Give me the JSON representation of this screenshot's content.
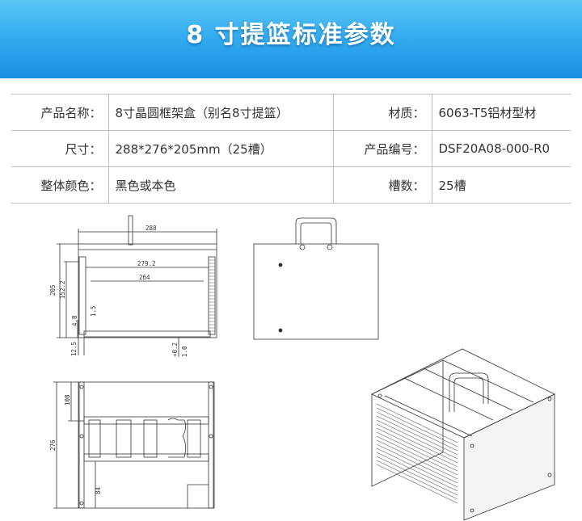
{
  "header": {
    "title": "8 寸提篮标准参数"
  },
  "spec_rows": [
    {
      "label1": "产品名称：",
      "value1": "8寸晶圆框架盒（别名8寸提篮）",
      "label2": "材质：",
      "value2": "6063-T5铝材型材"
    },
    {
      "label1": "尺寸：",
      "value1": "288*276*205mm（25槽）",
      "label2": "产品编号：",
      "value2": "DSF20A08-000-R0"
    },
    {
      "label1": "整体颜色：",
      "value1": "黑色或本色",
      "label2": "槽数：",
      "value2": "25槽"
    }
  ],
  "drawings": {
    "front_view": {
      "dim_width": "288",
      "dim_inner": "279.2",
      "dim_inner2": "264",
      "dim_height": "205",
      "dim_height2": "152.2",
      "dim_small1": "4.8",
      "dim_small2": "1.5",
      "dim_bottom": "12.5",
      "dim_tol": "+0.2",
      "dim_tol2": "1.0"
    },
    "top_view": {
      "dim_depth": "276",
      "dim_top": "108",
      "dim_bottom": "84"
    }
  },
  "colors": {
    "banner_top": "#59c6f7",
    "banner_bottom": "#1b8fe0",
    "line": "#333333"
  }
}
